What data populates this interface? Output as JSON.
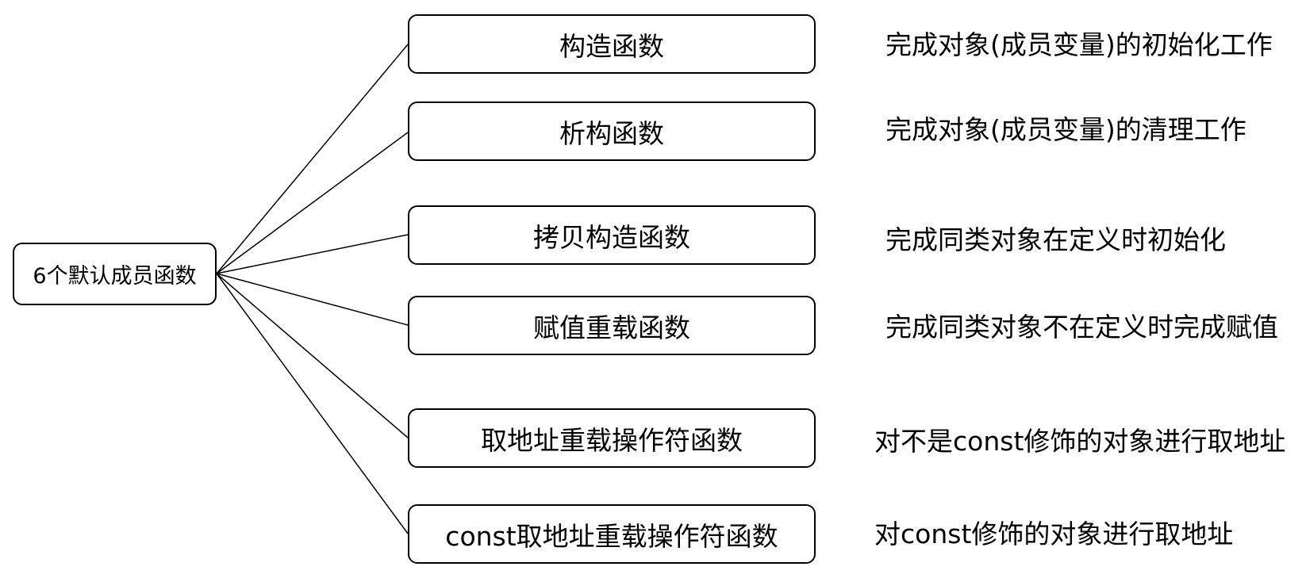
{
  "diagram": {
    "root_label": "6个默认成员函数",
    "items": [
      {
        "name": "构造函数",
        "description": "完成对象(成员变量)的初始化工作"
      },
      {
        "name": "析构函数",
        "description": "完成对象(成员变量)的清理工作"
      },
      {
        "name": "拷贝构造函数",
        "description": "完成同类对象在定义时初始化"
      },
      {
        "name": "赋值重载函数",
        "description": "完成同类对象不在定义时完成赋值"
      },
      {
        "name": "取地址重载操作符函数",
        "description": "对不是const修饰的对象进行取地址"
      },
      {
        "name": "const取地址重载操作符函数",
        "description": "对const修饰的对象进行取地址"
      }
    ],
    "colors": {
      "line": "#000000",
      "box_border": "#000000",
      "background": "#ffffff"
    }
  }
}
